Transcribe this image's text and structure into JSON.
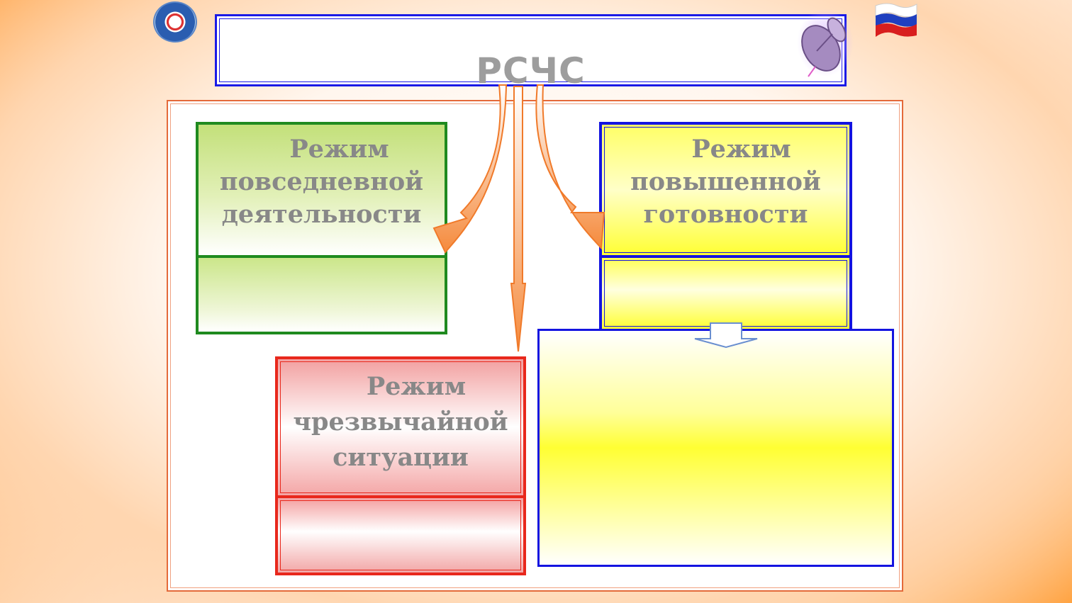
{
  "header": {
    "title": "РСЧС"
  },
  "emblem": {
    "icon": "emercom-emblem-icon"
  },
  "flag": {
    "icon": "russian-flag-icon",
    "colors": [
      "#ffffff",
      "#1f3fbf",
      "#d81e1e"
    ]
  },
  "pin": {
    "icon": "pushpin-icon",
    "color": "#b89ad6"
  },
  "modes": {
    "everyday": {
      "lines": [
        "Режим",
        "повседневной",
        "деятельности"
      ],
      "color": "#1f8a1f"
    },
    "high_alert": {
      "lines": [
        "Режим",
        "повышенной",
        "готовности"
      ],
      "color": "#1414e0"
    },
    "emergency": {
      "lines": [
        "Режим",
        "чрезвычайной",
        "ситуации"
      ],
      "color": "#e8281c"
    }
  },
  "arrows": {
    "color": "#f58a3c"
  }
}
